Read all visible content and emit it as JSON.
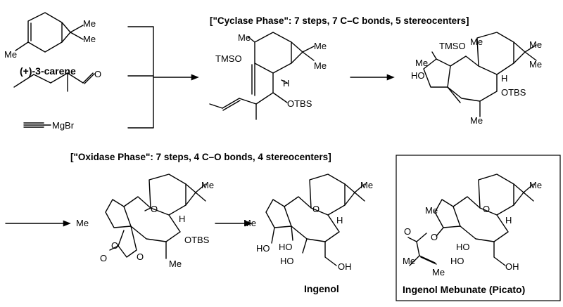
{
  "reagents": {
    "carene_name": "(+)-3-carene",
    "grignard": "MgBr"
  },
  "phases": {
    "cyclase": "[\"Cyclase Phase\": 7 steps, 7 C–C bonds, 5 stereocenters]",
    "oxidase": "[\"Oxidase Phase\": 7 steps, 4 C–O bonds, 4 stereocenters]"
  },
  "groups": {
    "me": "Me",
    "tmso": "TMSO",
    "otbs": "OTBS",
    "h": "H",
    "ho": "HO",
    "oh": "OH",
    "o": "O"
  },
  "products": {
    "ingenol": "Ingenol",
    "mebutate": "Ingenol Mebunate (Picato)"
  },
  "colors": {
    "ink": "#000000",
    "background": "#ffffff",
    "box_border": "#000000"
  }
}
